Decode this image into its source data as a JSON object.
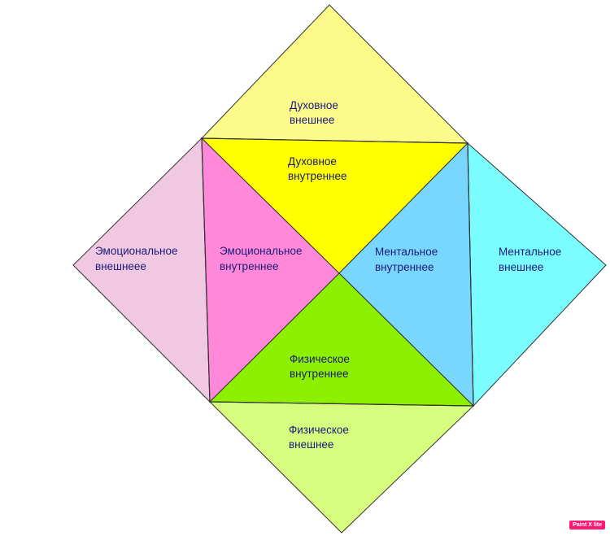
{
  "regions": {
    "spiritual_outer": {
      "line1": "Духовное",
      "line2": "внешнее",
      "color": "#fdfa8c"
    },
    "spiritual_inner": {
      "line1": "Духовное",
      "line2": "внутреннее",
      "color": "#ffff00"
    },
    "emotional_outer": {
      "line1": "Эмоциональное",
      "line2": "внешнеее",
      "color": "#f0c8e2"
    },
    "emotional_inner": {
      "line1": "Эмоциональное",
      "line2": "внутреннее",
      "color": "#ff88d8"
    },
    "mental_inner": {
      "line1": "Ментальное",
      "line2": "внутреннее",
      "color": "#79d6fc"
    },
    "mental_outer": {
      "line1": "Ментальное",
      "line2": "внешнее",
      "color": "#7bfcff"
    },
    "physical_inner": {
      "line1": "Физическое",
      "line2": "внутреннее",
      "color": "#8cf000"
    },
    "physical_outer": {
      "line1": "Физическое",
      "line2": "внешнее",
      "color": "#d7fd7f"
    }
  },
  "watermark": "Paint X lite"
}
